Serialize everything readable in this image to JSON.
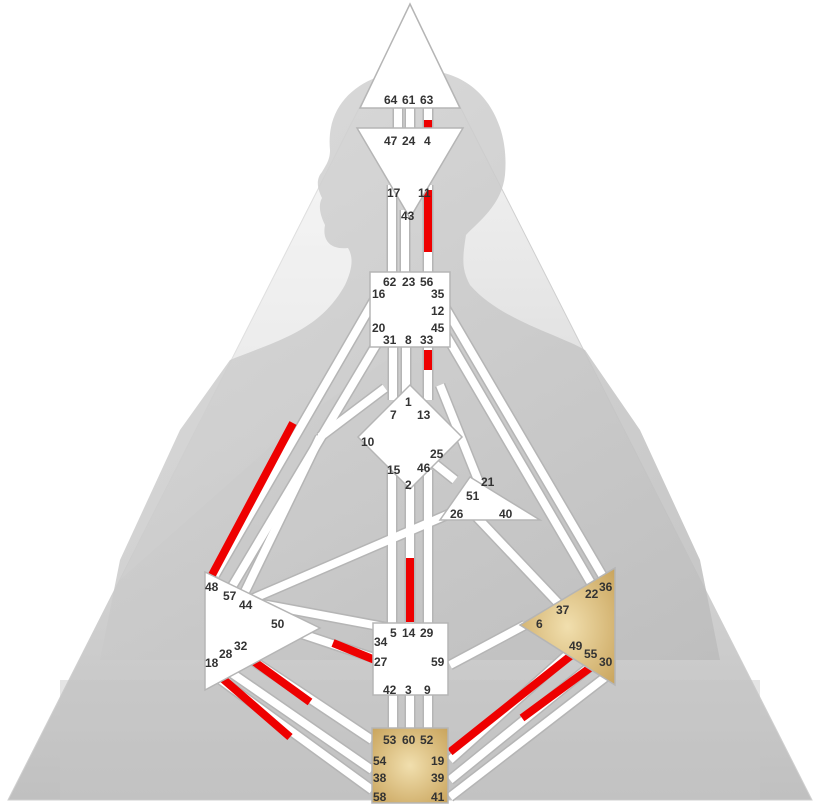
{
  "colors": {
    "background": "#ffffff",
    "pyramid_light": "#f2f2f2",
    "pyramid_dark": "#bdbdbd",
    "silhouette": "#c9c9c9",
    "center_fill": "#ffffff",
    "center_stroke": "#b5b5b5",
    "defined_center_fill": "#d9be80",
    "activation_red": "#ee0000",
    "label": "#333333"
  },
  "centers": {
    "head": {
      "name": "Head",
      "defined": false
    },
    "ajna": {
      "name": "Ajna",
      "defined": false
    },
    "throat": {
      "name": "Throat",
      "defined": false
    },
    "g": {
      "name": "G",
      "defined": false
    },
    "ego": {
      "name": "Ego",
      "defined": false
    },
    "sacral": {
      "name": "Sacral",
      "defined": false
    },
    "spleen": {
      "name": "Spleen",
      "defined": false
    },
    "solar_plexus": {
      "name": "Solar Plexus",
      "defined": true
    },
    "root": {
      "name": "Root",
      "defined": true
    }
  },
  "gates": {
    "g64": "64",
    "g61": "61",
    "g63": "63",
    "g47": "47",
    "g24": "24",
    "g4": "4",
    "g17": "17",
    "g11": "11",
    "g43": "43",
    "g62": "62",
    "g23": "23",
    "g56": "56",
    "g16": "16",
    "g35": "35",
    "g12": "12",
    "g20": "20",
    "g45": "45",
    "g31": "31",
    "g8": "8",
    "g33": "33",
    "g1": "1",
    "g7": "7",
    "g13": "13",
    "g10": "10",
    "g25": "25",
    "g15": "15",
    "g46": "46",
    "g2": "2",
    "g21": "21",
    "g51": "51",
    "g26": "26",
    "g40": "40",
    "g48": "48",
    "g57": "57",
    "g44": "44",
    "g50": "50",
    "g32": "32",
    "g28": "28",
    "g18": "18",
    "g34": "34",
    "g5": "5",
    "g14": "14",
    "g29": "29",
    "g27": "27",
    "g59": "59",
    "g42": "42",
    "g3": "3",
    "g9": "9",
    "g53": "53",
    "g60": "60",
    "g52": "52",
    "g54": "54",
    "g38": "38",
    "g58": "58",
    "g19": "19",
    "g39": "39",
    "g41": "41",
    "g36": "36",
    "g22": "22",
    "g37": "37",
    "g6": "6",
    "g49": "49",
    "g55": "55",
    "g30": "30"
  }
}
